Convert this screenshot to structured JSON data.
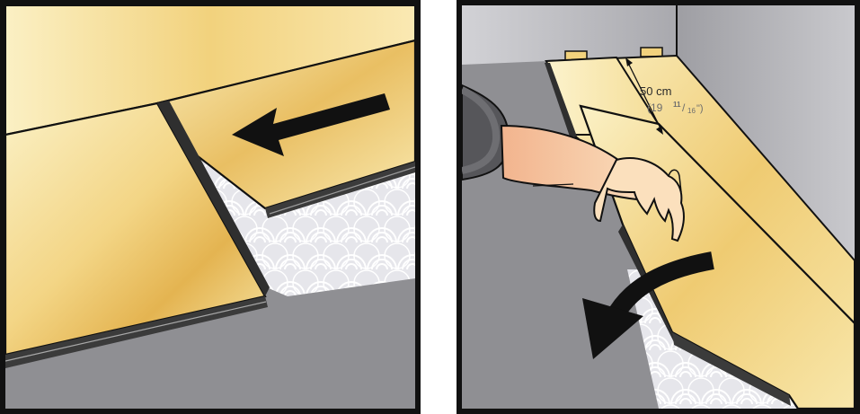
{
  "illustrations": [
    {
      "step": "angle-and-slide-end-joint"
    },
    {
      "step": "lay-row-and-lower",
      "dimension": {
        "metric": "50 cm",
        "imperial_open": "(19",
        "imperial_whole": "",
        "imperial_num": "11",
        "imperial_slash": "/",
        "imperial_den": "16",
        "imperial_close": "\")"
      }
    }
  ],
  "colors": {
    "frame": "#111111",
    "floor": "#8f8f93",
    "floor_dark": "#77777b",
    "wall": "#bdbdc1",
    "plank_light": "#fbf1c6",
    "plank_mid": "#f4d98a",
    "plank_gold": "#e3b24f",
    "plank_edge": "#3b3b3b",
    "underlay": "#e9e9ee",
    "skin": "#f6c9a1",
    "sleeve": "#555558",
    "arrow": "#111111"
  }
}
